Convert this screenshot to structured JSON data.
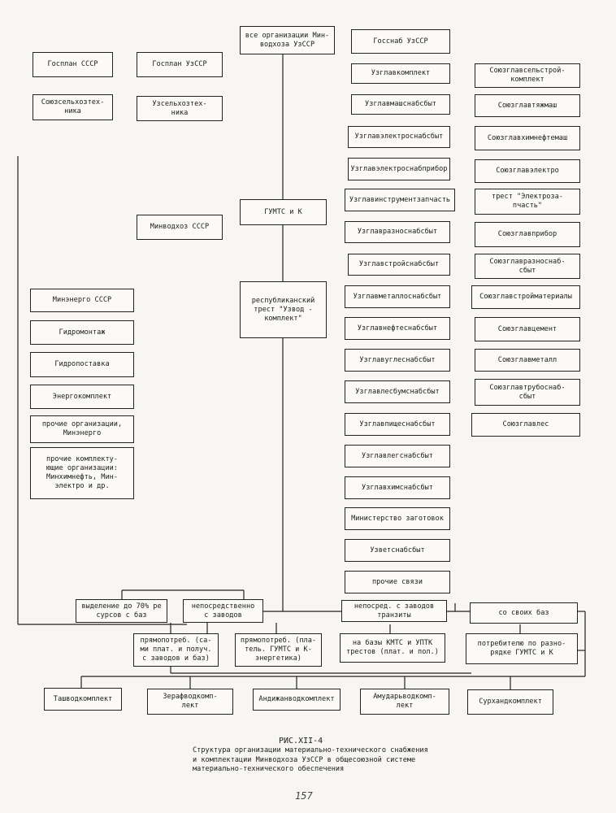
{
  "diagram": {
    "center": {
      "all_orgs": "все организации Мин-\nводхоза УзССР",
      "gumts": "ГУМТС и К",
      "trust": "республиканский\nтрест \"Узвод -\nкомплект\""
    },
    "top_left": {
      "gosplan_ussr": "Госплан СССР",
      "gosplan_uzssr": "Госплан УзССР",
      "soyuzselkhoz": "Союзсельхозтех-\nника",
      "uzselkhoz": "Узсельхозтех-\nника",
      "minvodkhoz_ussr": "Минводхоз СССР"
    },
    "left_column": [
      "Минэнерго СССР",
      "Гидромонтаж",
      "Гидропоставка",
      "Энергокомплект",
      "прочие организации,\nМинэнерго",
      "прочие комплекту-\nющие организации:\nМинхимнефть, Мин-\nэлектро и др."
    ],
    "uz_column": [
      "Госснаб УзССР",
      "Узглавкомплект",
      "Узглавмашснабсбыт",
      "Узглавэлектроснабсбыт",
      "Узглавэлектроснабприбор",
      "Узглавинструментзапчасть",
      "Узглавразноснабсбыт",
      "Узглавстройснабсбыт",
      "Узглавметаллоснабсбыт",
      "Узглавнефтеснабсбыт",
      "Узглавуглеснабсбыт",
      "Узглавлесбумснабсбыт",
      "Узглавпищеснабсбыт",
      "Узглавлегснабсбыт",
      "Узглавхимснабсбыт",
      "Министерство заготовок",
      "Узветснабсбыт",
      "прочие связи"
    ],
    "soyuz_column": [
      "Союзглавсельстрой-\nкомплект",
      "Союзглавтяжмаш",
      "Союзглавхимнефтемаш",
      "Союзглавэлектро",
      "трест \"Электроза-\nпчасть\"",
      "Союзглавприбор",
      "Союзглавразноснаб-\nсбыт",
      "Союзглавстройматериалы",
      "Союзглавцемент",
      "Союзглавметалл",
      "Союзглавтрубоснаб-\nсбыт",
      "Союзглавлес"
    ],
    "supply_row1": {
      "allocation": "выделение до 70% ре\nсурсов с баз",
      "direct_from_plants": "непосредственно\nс заводов",
      "direct_transit": "непосред. с заводов\nтранзиты",
      "own_bases": "со своих баз"
    },
    "supply_row2": {
      "direct_consumers_1": "прямопотреб. (са-\nми плат. и получ.\nс заводов и баз)",
      "direct_consumers_2": "прямопотреб. (пла-\nтель. ГУМТС и К-\nэнергетика)",
      "kmts_bases": "на базы КМТС и УПТК\nтрестов (плат. и пол.)",
      "to_consumer": "потребителю по разно-\nрядке ГУМТС и К"
    },
    "regional": [
      "Ташводкомплект",
      "Зерафводкомп-\nлект",
      "Андижанводкомплект",
      "Амударьводкомп-\nлект",
      "Сурхандкомплект"
    ]
  },
  "caption": {
    "title": "РИС.XII-4",
    "text": "Структура организации материально-технического снабжения\nи комплектации Минводхоза УзССР в общесоюзной системе\nматериально-технического обеспечения"
  },
  "page_number": "157"
}
